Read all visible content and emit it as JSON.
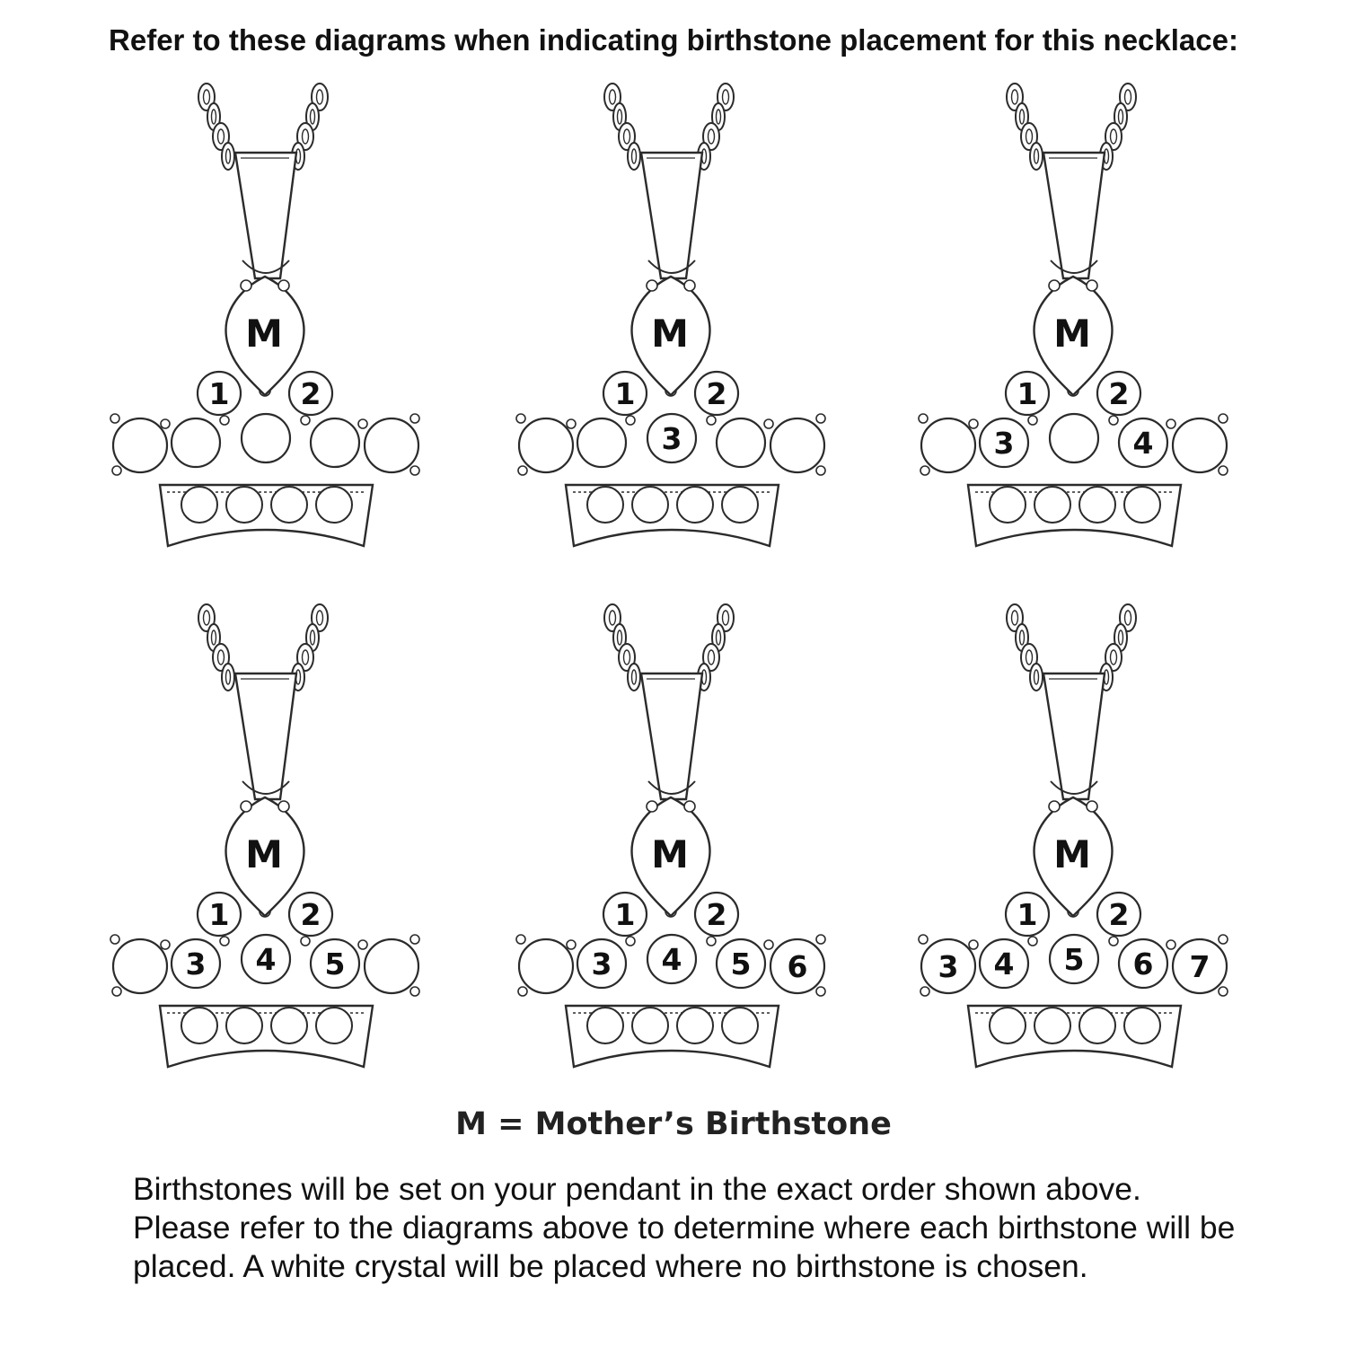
{
  "heading": "Refer to these diagrams when indicating birthstone placement for this necklace:",
  "mother_symbol": "M",
  "legend": "M = Mother’s Birthstone",
  "note": "Birthstones will be set on your pendant in the exact order shown above. Please refer to the diagrams above to determine where each birthstone will be placed. A white crystal will be placed where no birthstone is chosen.",
  "diagrams": [
    {
      "labels": {
        "leftTop": "1",
        "rightTop": "2"
      }
    },
    {
      "labels": {
        "leftTop": "1",
        "rightTop": "2",
        "center": "3"
      }
    },
    {
      "labels": {
        "leftTop": "1",
        "rightTop": "2",
        "innerLeft": "3",
        "innerRight": "4"
      }
    },
    {
      "labels": {
        "leftTop": "1",
        "rightTop": "2",
        "innerLeft": "3",
        "center": "4",
        "innerRight": "5"
      }
    },
    {
      "labels": {
        "leftTop": "1",
        "rightTop": "2",
        "innerLeft": "3",
        "center": "4",
        "innerRight": "5",
        "outerRight": "6"
      }
    },
    {
      "labels": {
        "leftTop": "1",
        "rightTop": "2",
        "outerLeft": "3",
        "innerLeft": "4",
        "center": "5",
        "innerRight": "6",
        "outerRight": "7"
      }
    }
  ],
  "colors": {
    "stroke": "#2b2b2b",
    "text": "#111111"
  }
}
